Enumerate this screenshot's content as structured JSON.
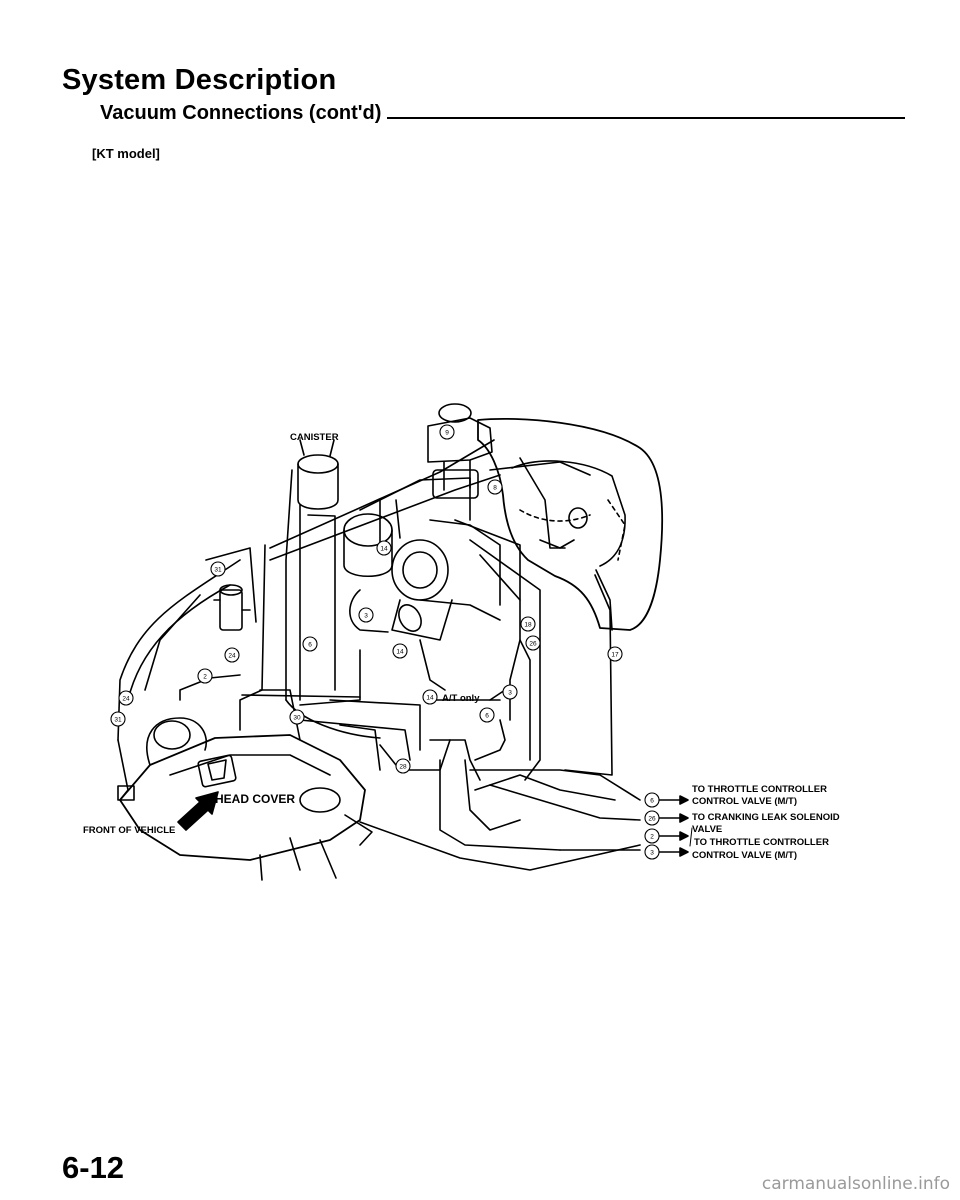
{
  "header": {
    "title": "System Description",
    "subtitle": "Vacuum Connections (cont'd)",
    "model": "[KT model]"
  },
  "labels": {
    "canister": "CANISTER",
    "head_cover": "HEAD COVER",
    "front_of_vehicle": "FRONT OF VEHICLE",
    "at_only": "A/T only"
  },
  "callouts": [
    {
      "id": "c9",
      "num": "9"
    },
    {
      "id": "c8",
      "num": "8"
    },
    {
      "id": "c31a",
      "num": "31"
    },
    {
      "id": "c24a",
      "num": "24"
    },
    {
      "id": "c2",
      "num": "2"
    },
    {
      "id": "c24b",
      "num": "24"
    },
    {
      "id": "c31b",
      "num": "31"
    },
    {
      "id": "c6a",
      "num": "6"
    },
    {
      "id": "c30",
      "num": "30"
    },
    {
      "id": "c14a",
      "num": "14"
    },
    {
      "id": "c3a",
      "num": "3"
    },
    {
      "id": "c14b",
      "num": "14"
    },
    {
      "id": "c14c",
      "num": "14"
    },
    {
      "id": "c18",
      "num": "18"
    },
    {
      "id": "c26a",
      "num": "26"
    },
    {
      "id": "c17",
      "num": "17"
    },
    {
      "id": "c3b",
      "num": "3"
    },
    {
      "id": "c6b",
      "num": "6"
    },
    {
      "id": "c28",
      "num": "28"
    }
  ],
  "legend": [
    {
      "num": "6",
      "lines": [
        "TO THROTTLE CONTROLLER",
        "CONTROL VALVE (M/T)"
      ]
    },
    {
      "num": "26",
      "lines": [
        "TO CRANKING LEAK SOLENOID",
        "VALVE"
      ]
    },
    {
      "num": "2",
      "lines": [
        "TO THROTTLE CONTROLLER"
      ]
    },
    {
      "num": "3",
      "lines": [
        "CONTROL VALVE (M/T)"
      ]
    }
  ],
  "footer": {
    "page_number": "6-12",
    "watermark": "carmanualsonline.info"
  }
}
